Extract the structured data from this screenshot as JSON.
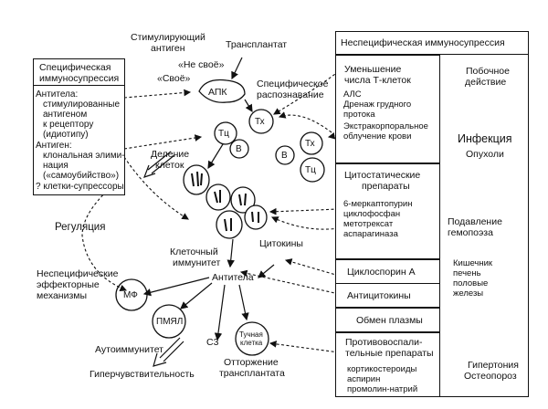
{
  "left_panel": {
    "title": [
      "Специфическая",
      "иммуносупрессия"
    ],
    "antibodies_head": "Антитела:",
    "antibodies_lines": [
      "стимулированные",
      "антигеном",
      "к рецептору",
      "(идиотипу)"
    ],
    "antigen_head": "Антиген:",
    "antigen_lines": [
      "клональная элими-",
      "нация",
      "(«самоубийство»)"
    ],
    "suppressors": "? клетки-супрессоры"
  },
  "top_labels": {
    "stimulating": [
      "Стимулирующий",
      "антиген"
    ],
    "transplant": "Трансплантат",
    "self": "«Своё»",
    "not_self": "«Не своё»",
    "specific_recognition": [
      "Специфическое",
      "распознавание"
    ]
  },
  "cells": {
    "apc": "АПК",
    "th": "Тх",
    "tc": "Тц",
    "b": "В",
    "mf": "МФ",
    "pmn": "ПМЯЛ",
    "mast": [
      "Тучная",
      "клетка"
    ]
  },
  "middle_labels": {
    "cell_division": [
      "Деление",
      "клеток"
    ],
    "regulation": "Регуляция",
    "cytokines": "Цитокины",
    "cell_immunity": [
      "Клеточный",
      "иммунитет"
    ],
    "antibodies": "Антитела",
    "nonspecific_effectors": [
      "Неспецифические",
      "эффекторные",
      "механизмы"
    ],
    "c3": "С3",
    "autoimmunity": "Аутоиммунитет",
    "hypersensitivity": "Гиперчувствительность",
    "rejection": [
      "Отторжение",
      "трансплантата"
    ]
  },
  "right_panel": {
    "title": "Неспецифическая иммуносупрессия",
    "side_effect": [
      "Побочное",
      "действие"
    ],
    "tcell_reduction": [
      "Уменьшение",
      "числа Т-клеток"
    ],
    "tcell_methods": [
      "АЛС",
      "Дренаж грудного",
      "протока",
      "Экстракорпоральное",
      "облучение крови"
    ],
    "infection": "Инфекция",
    "tumors": "Опухоли",
    "cytostatic": [
      "Цитостатические",
      "препараты"
    ],
    "cytostatic_drugs": [
      "6-меркаптопурин",
      "циклофосфан",
      "метотрексат",
      "аспарагиназа"
    ],
    "hemopoiesis": [
      "Подавление",
      "гемопоэза"
    ],
    "organs": [
      "Кишечник",
      "печень",
      "половые",
      "железы"
    ],
    "cyclosporin": "Циклоспорин А",
    "anticytokines": "Антицитокины",
    "plasma": "Обмен плазмы",
    "antiinflammatory": [
      "Противовоспали-",
      "тельные препараты"
    ],
    "antiinflammatory_drugs": [
      "кортикостероиды",
      "аспирин",
      "промолин-натрий"
    ],
    "hypertension": "Гипертония",
    "osteoporosis": "Остеопороз"
  }
}
